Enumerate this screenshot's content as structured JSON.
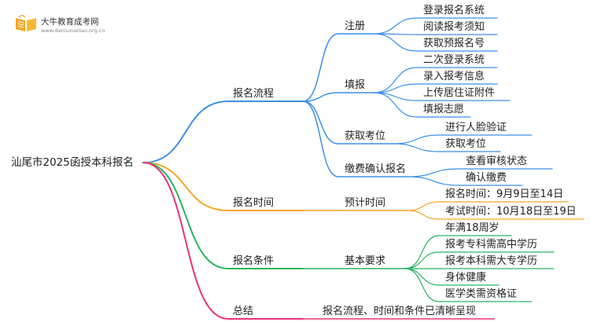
{
  "brand": {
    "name": "大牛教育成考网",
    "url": "www.daniuxueliao.org.cn"
  },
  "colors": {
    "blue": "#3B8FE9",
    "orange": "#F5A623",
    "green": "#27B560",
    "pink": "#E8337A"
  },
  "root": "汕尾市2025函授本科报名",
  "branches": [
    {
      "label": "报名流程",
      "children": [
        {
          "label": "注册",
          "children": [
            "登录报名系统",
            "阅读报考须知",
            "获取预报名号"
          ]
        },
        {
          "label": "填报",
          "children": [
            "二次登录系统",
            "录入报考信息",
            "上传居住证附件",
            "填报志愿"
          ]
        },
        {
          "label": "获取考位",
          "children": [
            "进行人脸验证",
            "获取考位"
          ]
        },
        {
          "label": "缴费确认报名",
          "children": [
            "查看审核状态",
            "确认缴费"
          ]
        }
      ]
    },
    {
      "label": "报名时间",
      "children": [
        {
          "label": "预计时间",
          "children": [
            "报名时间：9月9日至14日",
            "考试时间：10月18日至19日"
          ]
        }
      ]
    },
    {
      "label": "报名条件",
      "children": [
        {
          "label": "基本要求",
          "children": [
            "年满18周岁",
            "报考专科需高中学历",
            "报考本科需大专学历",
            "身体健康",
            "医学类需资格证"
          ]
        }
      ]
    },
    {
      "label": "总结",
      "children": [
        {
          "label": "报名流程、时间和条件已清晰呈现",
          "children": []
        }
      ]
    }
  ]
}
